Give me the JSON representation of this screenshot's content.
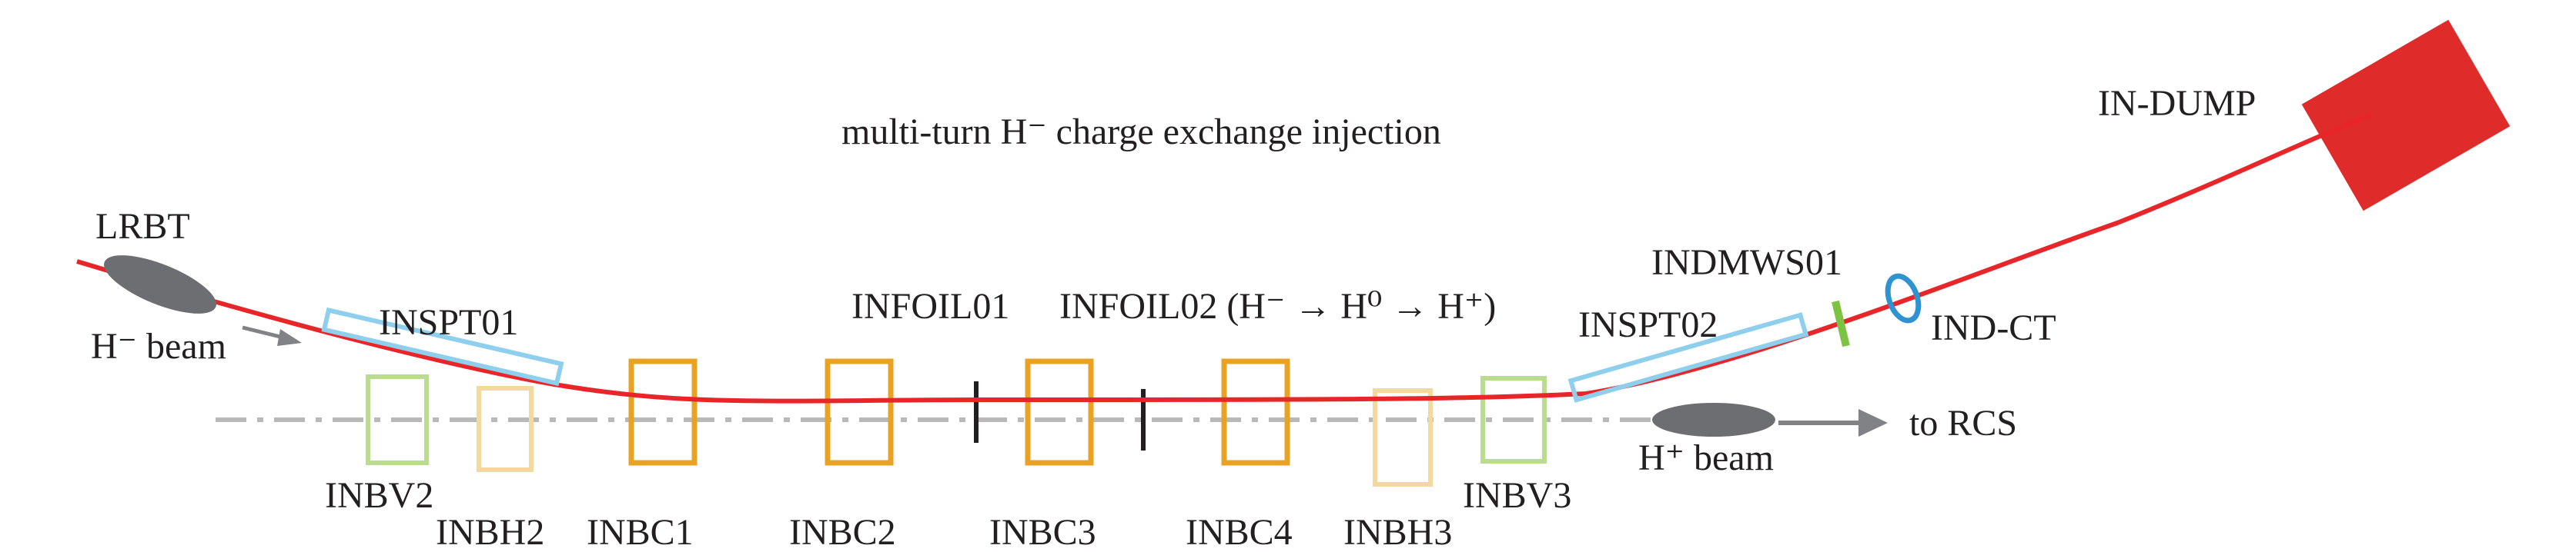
{
  "title": "multi-turn H⁻ charge exchange injection",
  "labels": {
    "lrbt": "LRBT",
    "hminus_beam": "H⁻ beam",
    "inspt01": "INSPT01",
    "infoil01": "INFOIL01",
    "infoil02": "INFOIL02 (H⁻ → H⁰ → H⁺)",
    "inspt02": "INSPT02",
    "indmws01": "INDMWS01",
    "ind_ct": "IND-CT",
    "in_dump": "IN-DUMP",
    "hplus_beam": "H⁺ beam",
    "to_rcs": "to RCS",
    "inbv2": "INBV2",
    "inbh2": "INBH2",
    "inbc1": "INBC1",
    "inbc2": "INBC2",
    "inbc3": "INBC3",
    "inbc4": "INBC4",
    "inbh3": "INBH3",
    "inbv3": "INBV3"
  },
  "colors": {
    "beam": "#e8262a",
    "dump": "#e02b2b",
    "axis": "#b9b9b9",
    "septum": "#8fcfee",
    "bump_magnet": "#e8a325",
    "h_painting": "#f3d9a0",
    "v_painting": "#b9dc8e",
    "wire_scanner": "#7dc242",
    "current_transformer": "#2f93d1",
    "foil": "#231f20",
    "beam_blob": "#6d6e71",
    "arrow": "#808285"
  }
}
